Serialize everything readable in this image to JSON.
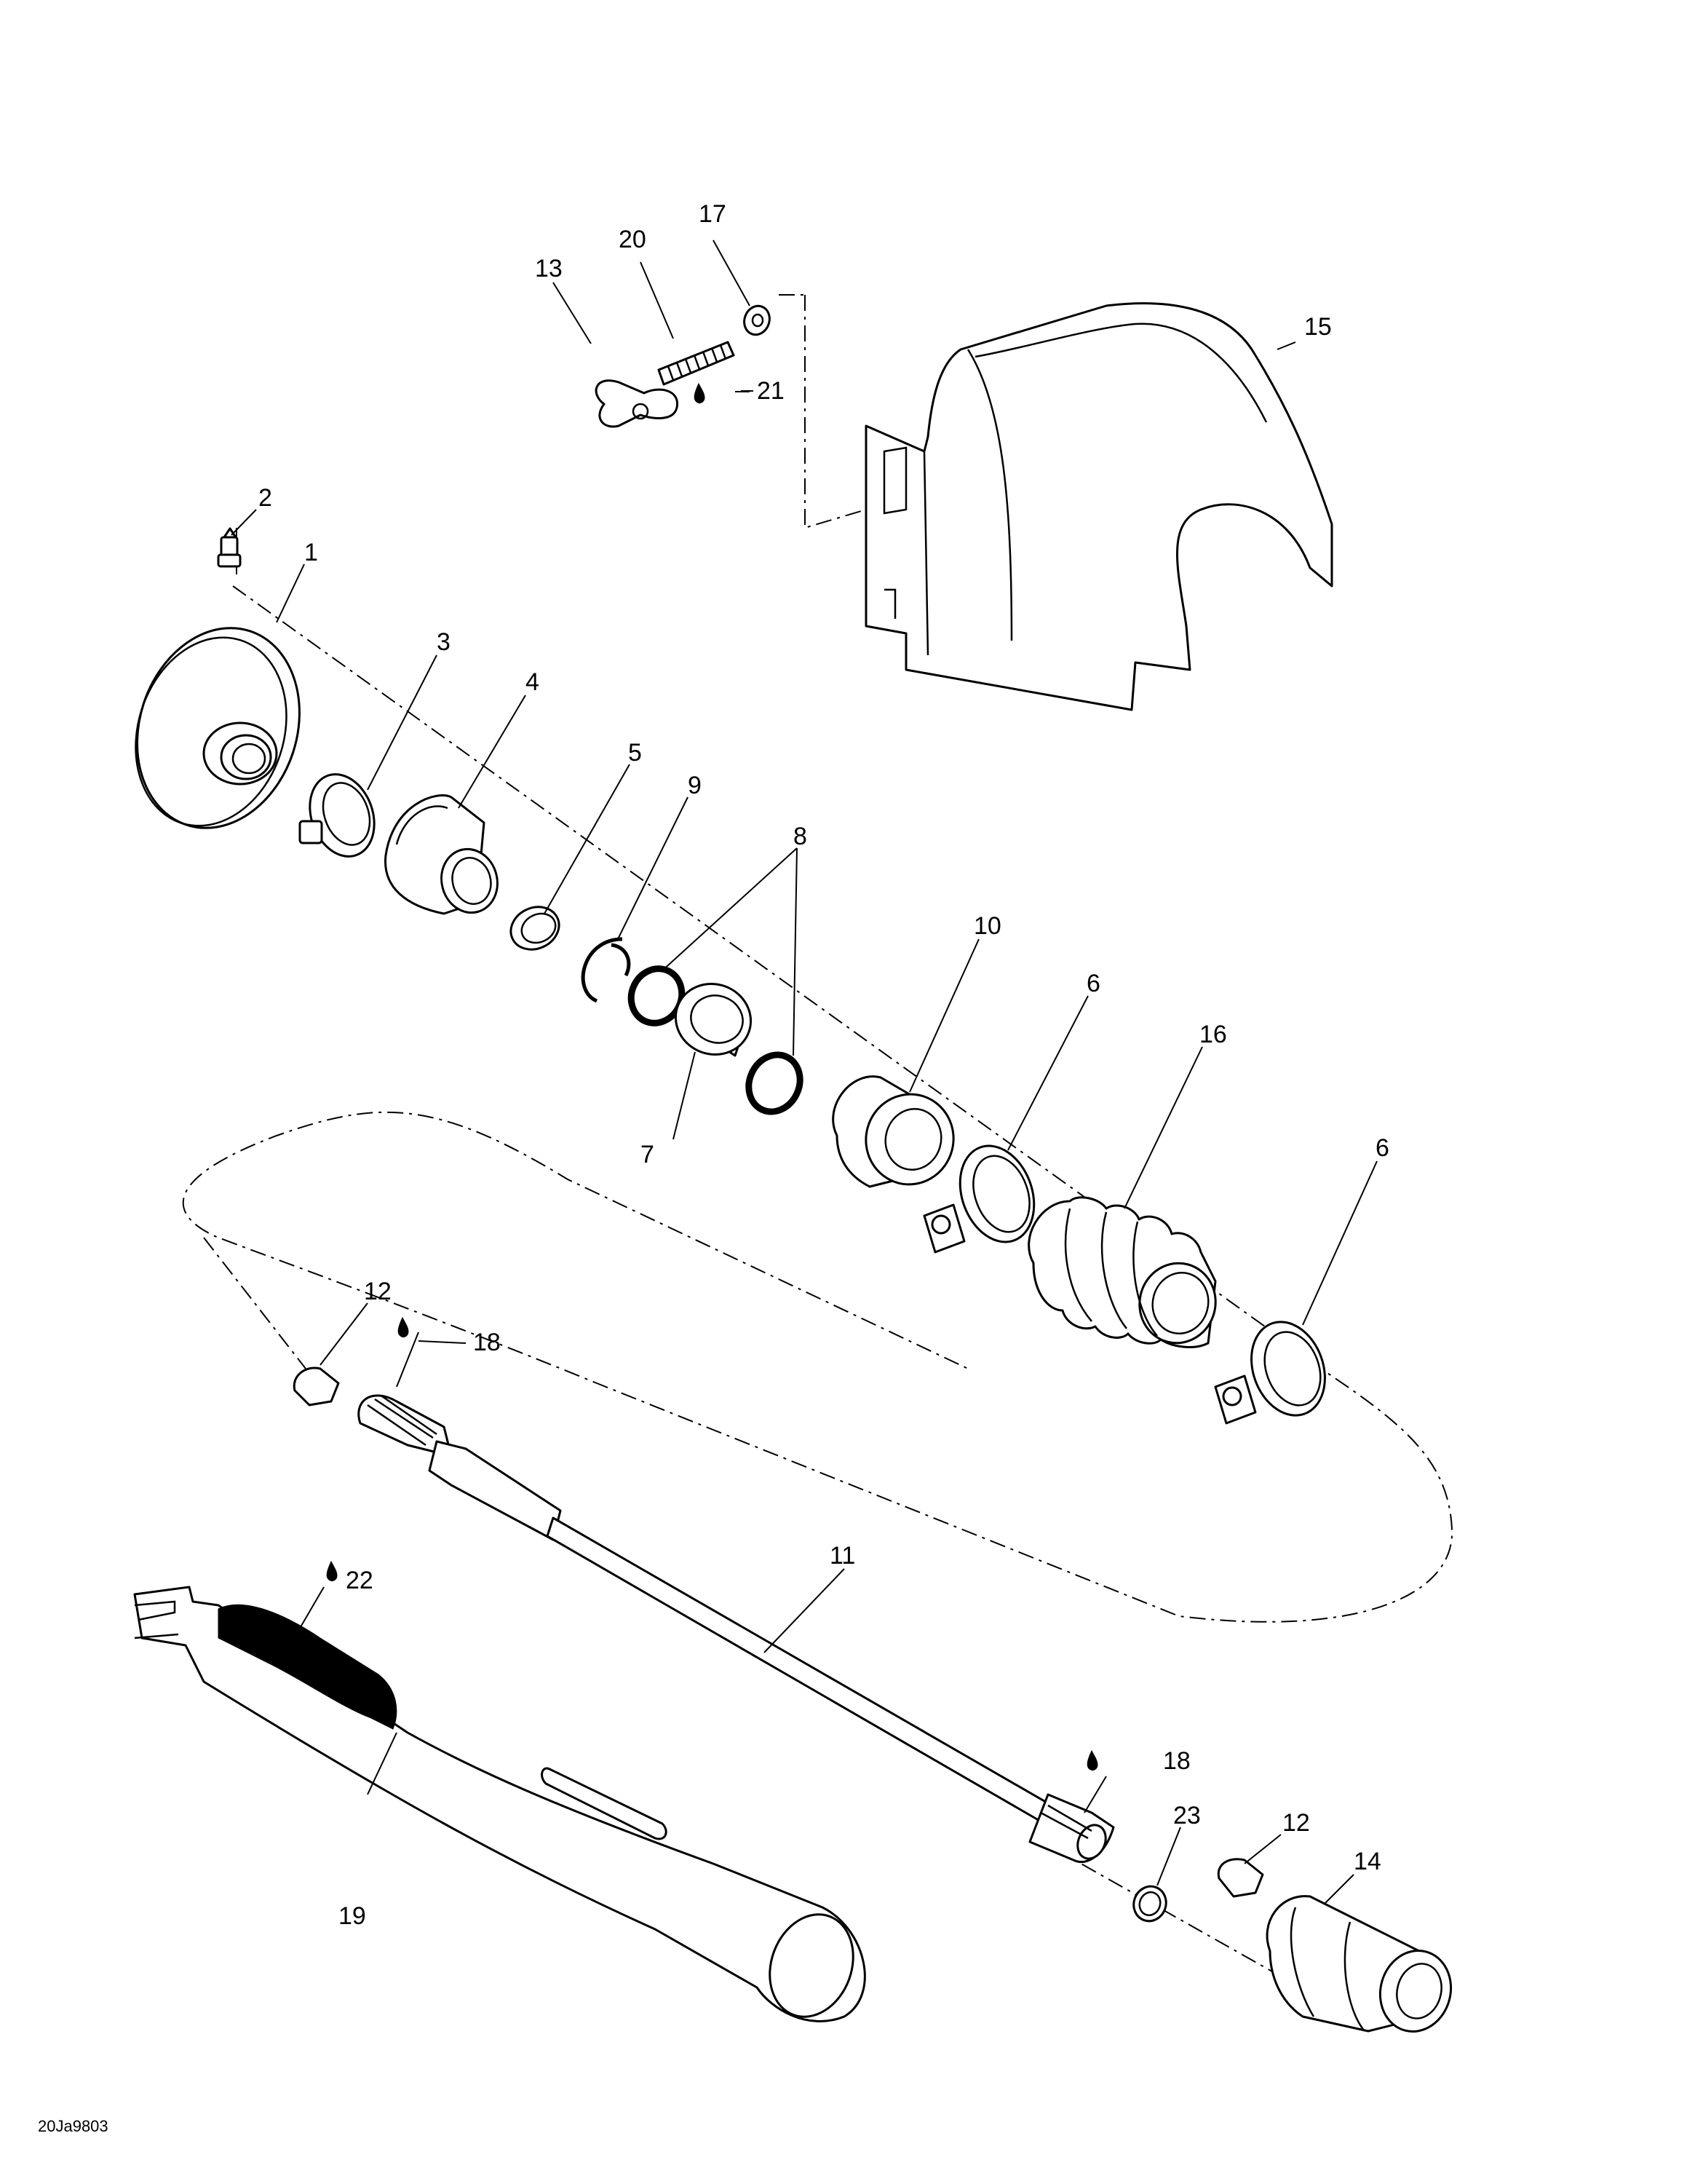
{
  "diagram": {
    "reference_code": "20Ja9803",
    "callouts": {
      "c1": "1",
      "c2": "2",
      "c3": "3",
      "c4": "4",
      "c5": "5",
      "c6a": "6",
      "c6b": "6",
      "c7": "7",
      "c8": "8",
      "c9": "9",
      "c10": "10",
      "c11": "11",
      "c12a": "12",
      "c12b": "12",
      "c13": "13",
      "c14": "14",
      "c15": "15",
      "c16": "16",
      "c17": "17",
      "c18a": "18",
      "c18b": "18",
      "c19": "19",
      "c20": "20",
      "c21": "21",
      "c22": "22",
      "c23": "23"
    },
    "icons": {
      "lubricant": "oil-drop-icon"
    },
    "colors": {
      "line": "#000000",
      "background": "#ffffff"
    }
  }
}
